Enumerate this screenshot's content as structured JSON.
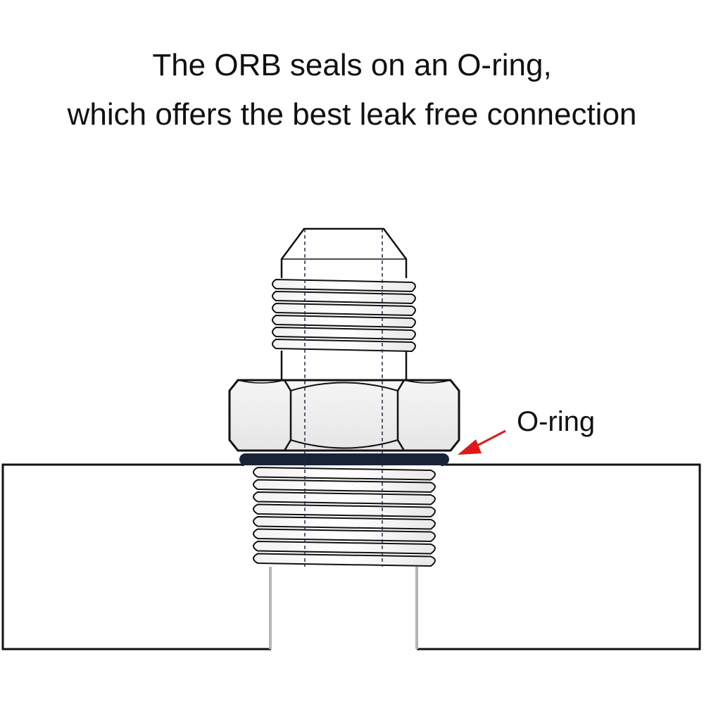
{
  "title": {
    "line1": "The ORB seals on an O-ring,",
    "line2": "which offers the best leak free connection"
  },
  "callout": {
    "label": "O-ring"
  },
  "colors": {
    "outline": "#111111",
    "oring": "#1a2238",
    "arrow": "#e01818",
    "port_bore": "#b5b5b5",
    "background": "#ffffff"
  }
}
